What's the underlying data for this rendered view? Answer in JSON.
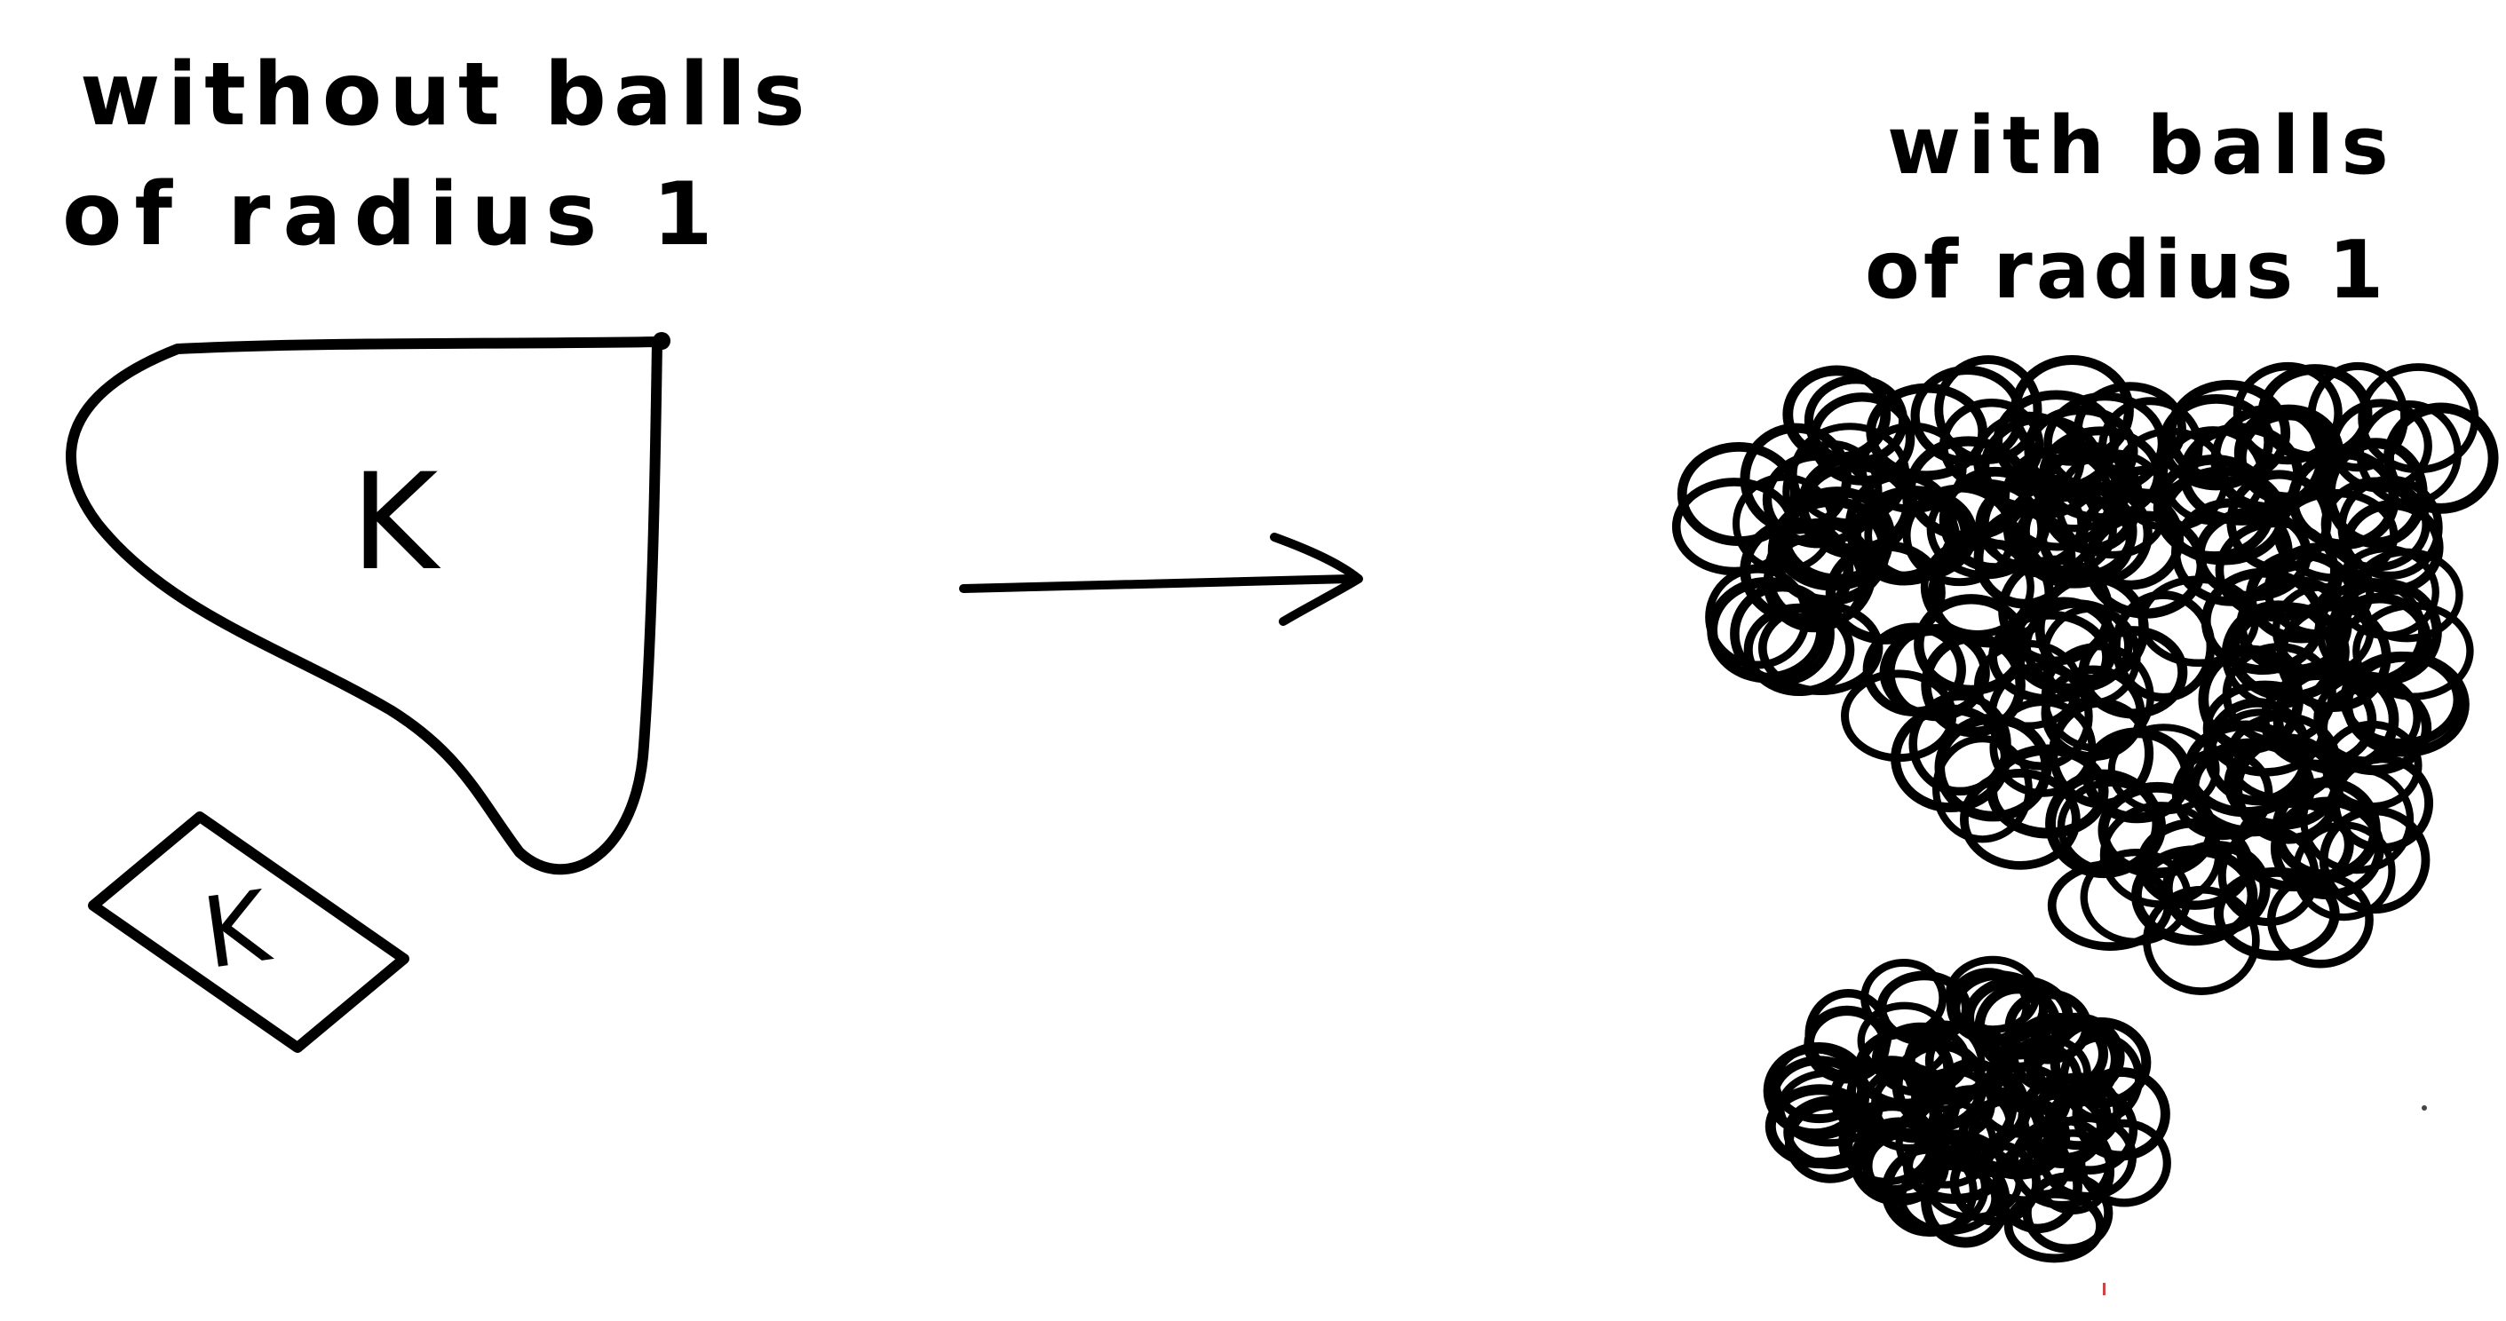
{
  "left_panel": {
    "caption_line1": "without balls",
    "caption_line2": "of radius 1",
    "large_shape_label": "K",
    "small_shape_label": "K"
  },
  "right_panel": {
    "caption_line1": "with balls",
    "caption_line2": "of radius 1"
  },
  "colors": {
    "ink": "#000000",
    "paper": "#ffffff"
  }
}
